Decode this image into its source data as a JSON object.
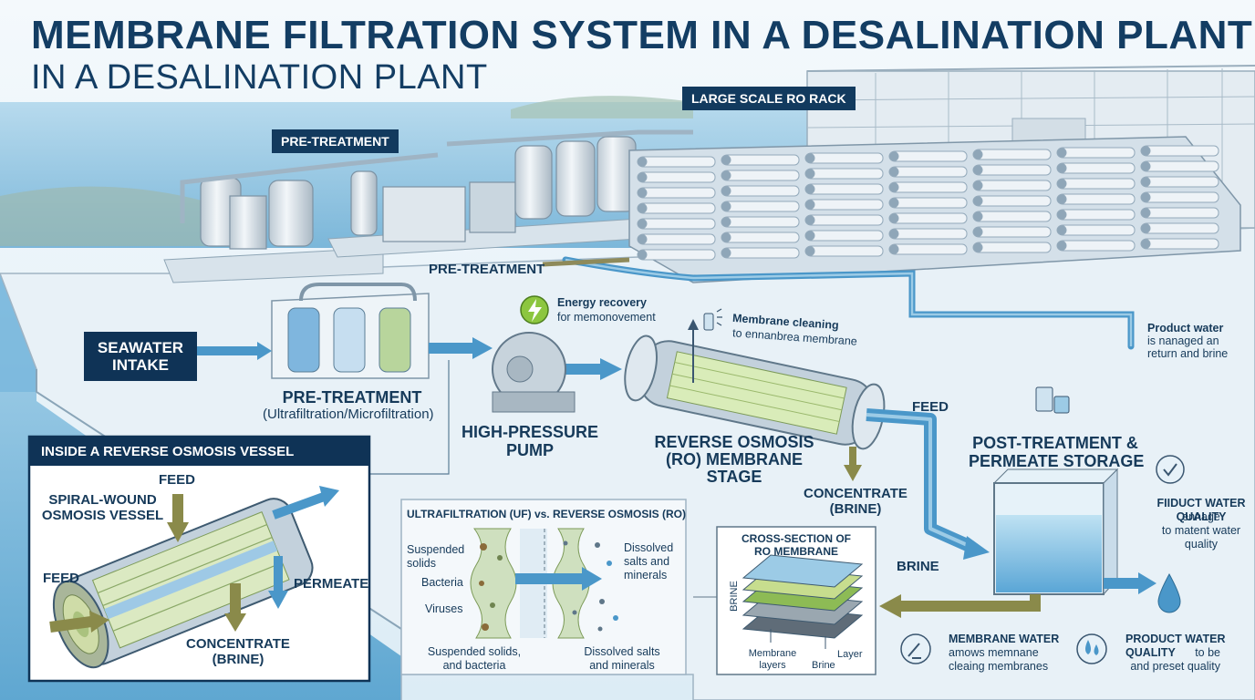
{
  "title": "MEMBRANE FILTRATION SYSTEM IN A DESALINATION PLANT",
  "subtitle": "IN A DESALINATION PLANT",
  "tags": {
    "large_rack": "LARGE SCALE RO RACK",
    "pretreatment_top": "PRE-TREATMENT"
  },
  "labels": {
    "pretreatment_mid": "PRE-TREATMENT",
    "seawater_intake": "SEAWATER\nINTAKE",
    "pretreatment_main": "PRE-TREATMENT",
    "pretreatment_sub": "(Ultrafiltration/Microfiltration)",
    "energy_title": "Energy recovery",
    "energy_sub": "for memonovement",
    "cleaning_title": "Membrane cleaning",
    "cleaning_sub": "to ennanbrea membrane",
    "product_note_1": "Product water",
    "product_note_2": "is nanaged an",
    "product_note_3": "return and brine",
    "hp_pump": "HIGH-PRESSURE\nPUMP",
    "ro_stage": "REVERSE OSMOSIS\n(RO) MEMBRANE\nSTAGE",
    "feed_right": "FEED",
    "concentrate_right": "CONCENTRATE\n(BRINE)",
    "brine": "BRINE",
    "post_treatment": "POST-TREATMENT &\nPERMEATE STORAGE",
    "fiduct_title": "FIIDUCT WATER\nQUALITY",
    "fiduct_sub": "ennage\nto matent water\nquality",
    "membrane_water_title": "MEMBRANE WATER",
    "membrane_water_sub": "amows memnane\ncleaing membranes",
    "product_quality_title": "PRODUCT WATER\nQUALITY",
    "product_quality_sub": "to be\nand preset quality"
  },
  "vessel_panel": {
    "header": "INSIDE A REVERSE OSMOSIS VESSEL",
    "spiral": "SPIRAL-WOUND\nOSMOSIS VESSEL",
    "feed_top": "FEED",
    "feed_left": "FEED",
    "permeate": "PERMEATE",
    "concentrate": "CONCENTRATE\n(BRINE)"
  },
  "uf_panel": {
    "header": "ULTRAFILTRATION (UF)  vs. REVERSE OSMOSIS (RO)",
    "suspended": "Suspended\nsolids",
    "bacteria": "Bacteria",
    "viruses": "Viruses",
    "dissolved": "Dissolved\nsalts and\nminerals",
    "bottom_left": "Suspended solids,\nand bacteria",
    "bottom_right": "Dissolved salts\nand minerals"
  },
  "cross_panel": {
    "header": "CROSS-SECTION OF\nRO MEMBRANE",
    "brine_vertical": "BRINE",
    "membrane_layers": "Membrane\nlayers",
    "brine": "Brine",
    "layer": "Layer"
  },
  "icon_names": [
    "lightning-icon",
    "cleaning-spray-icon",
    "water-containers-icon",
    "water-quality-icon",
    "water-drop-icon",
    "cleaning-brush-icon",
    "water-drops-icon"
  ],
  "colors": {
    "navy": "#0f3356",
    "water": "#8fc6e2",
    "pipe": "#4a97c9",
    "arrow_olive": "#8a8a4a",
    "membrane_green": "#b7d56a"
  }
}
